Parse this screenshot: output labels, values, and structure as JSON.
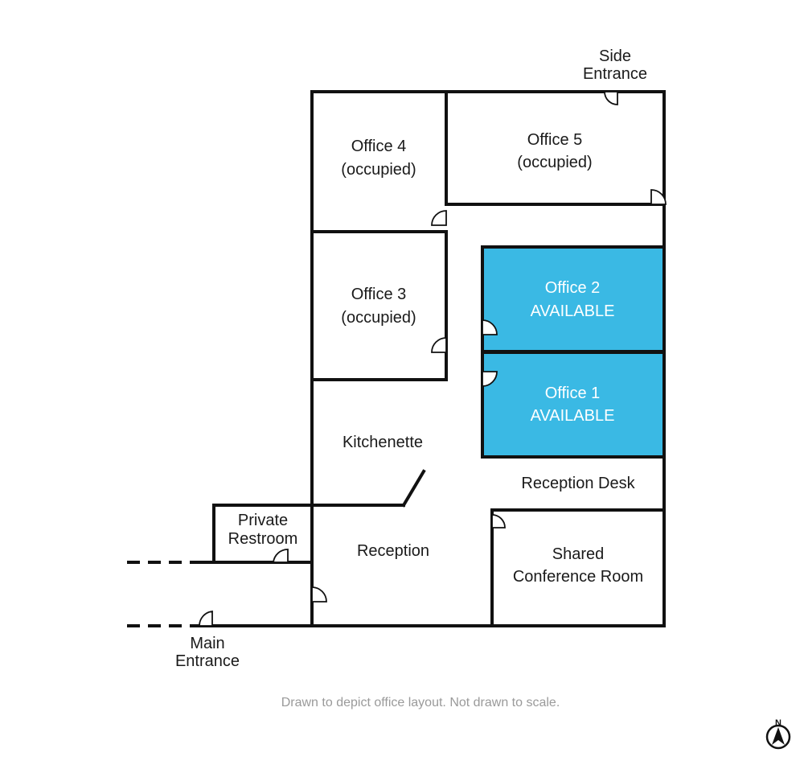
{
  "colors": {
    "available": "#3ab9e4",
    "wall": "#111111",
    "note": "#9a9a9a"
  },
  "rooms": {
    "office4": {
      "line1": "Office 4",
      "line2": "(occupied)"
    },
    "office5": {
      "line1": "Office 5",
      "line2": "(occupied)"
    },
    "office3": {
      "line1": "Office 3",
      "line2": "(occupied)"
    },
    "office2": {
      "line1": "Office 2",
      "line2": "AVAILABLE"
    },
    "office1": {
      "line1": "Office 1",
      "line2": "AVAILABLE"
    },
    "kitchenette": "Kitchenette",
    "reception_desk": "Reception Desk",
    "reception": "Reception",
    "restroom": {
      "line1": "Private",
      "line2": "Restroom"
    },
    "conference": {
      "line1": "Shared",
      "line2": "Conference Room"
    }
  },
  "entrances": {
    "side": {
      "line1": "Side",
      "line2": "Entrance"
    },
    "main": {
      "line1": "Main",
      "line2": "Entrance"
    }
  },
  "footnote": "Drawn to depict office layout. Not drawn to scale.",
  "compass": {
    "letter": "N",
    "icon": "north-arrow-icon"
  }
}
